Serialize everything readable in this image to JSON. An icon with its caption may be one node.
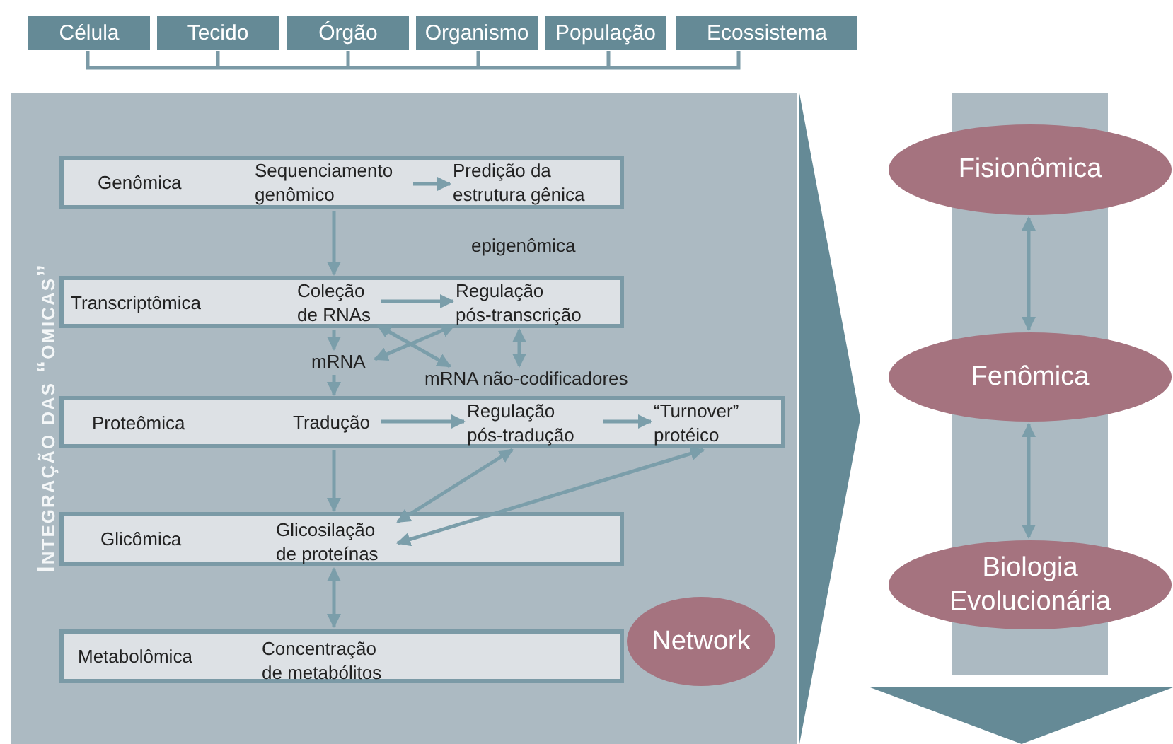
{
  "diagram": {
    "nodes": [
      {
        "text": [
          "Célula"
        ]
      },
      {
        "text": [
          "Tecido"
        ]
      },
      {
        "text": [
          "Órgão"
        ]
      },
      {
        "text": [
          "Organismo"
        ]
      },
      {
        "text": [
          "População"
        ]
      },
      {
        "text": [
          "Ecossistema"
        ]
      },
      {
        "text": [
          "Integração das “omicas”"
        ]
      },
      {
        "text": [
          "Genômica"
        ],
        "in": 6
      },
      {
        "text": [
          "Sequenciamento genômico"
        ],
        "in": 7
      },
      {
        "text": [
          "Predição da estrutura gênica"
        ],
        "in": 7
      },
      {
        "text": [
          "Transcriptômica"
        ],
        "in": 6
      },
      {
        "text": [
          "Coleção de RNAs"
        ],
        "in": 10
      },
      {
        "text": [
          "Regulação pós-transcrição"
        ],
        "in": 10
      },
      {
        "text": [
          "mRNA"
        ],
        "in": 6
      },
      {
        "text": [
          "mRNA não-codificadores"
        ],
        "in": 6
      },
      {
        "text": [
          "Proteômica"
        ],
        "in": 6
      },
      {
        "text": [
          "Tradução"
        ],
        "in": 15
      },
      {
        "text": [
          "Regulação pós-tradução"
        ],
        "in": 15
      },
      {
        "text": [
          "“Turnover” protéico"
        ],
        "in": 15
      },
      {
        "text": [
          "Glicômica"
        ],
        "in": 6
      },
      {
        "text": [
          "Glicosilação de proteínas"
        ],
        "in": 19
      },
      {
        "text": [
          "Metabolômica"
        ],
        "in": 6
      },
      {
        "text": [
          "Concentração de metabólitos"
        ],
        "in": 21
      },
      {
        "text": [
          "Network"
        ],
        "in": 6
      },
      {
        "text": [
          "Fisionômica"
        ]
      },
      {
        "text": [
          "Fenômica"
        ]
      },
      {
        "text": [
          "Biologia Evolucionária"
        ]
      }
    ],
    "edges": [
      {
        "from": 8,
        "to": 9,
        "arrow": "to"
      },
      {
        "from": 7,
        "to": 10,
        "arrow": "to"
      },
      {
        "from": 11,
        "to": 12,
        "arrow": "to"
      },
      {
        "from": 10,
        "to": 13,
        "arrow": "to"
      },
      {
        "from": 13,
        "to": 15,
        "arrow": "to"
      },
      {
        "from": 13,
        "to": 12,
        "arrow": "both"
      },
      {
        "from": 11,
        "to": 14,
        "arrow": "both"
      },
      {
        "from": 12,
        "to": 14,
        "arrow": "both"
      },
      {
        "from": 16,
        "to": 17,
        "arrow": "to"
      },
      {
        "from": 17,
        "to": 18,
        "arrow": "to"
      },
      {
        "from": 15,
        "to": 19,
        "arrow": "to"
      },
      {
        "from": 20,
        "to": 17,
        "arrow": "both"
      },
      {
        "from": 20,
        "to": 18,
        "arrow": "both"
      },
      {
        "from": 19,
        "to": 21,
        "arrow": "both"
      },
      {
        "from": 24,
        "to": 25,
        "arrow": "both"
      },
      {
        "from": 25,
        "to": 26,
        "arrow": "both"
      },
      {
        "from": 6,
        "to": null,
        "arrow": "to"
      }
    ],
    "labels": [
      "epigenômica"
    ]
  }
}
